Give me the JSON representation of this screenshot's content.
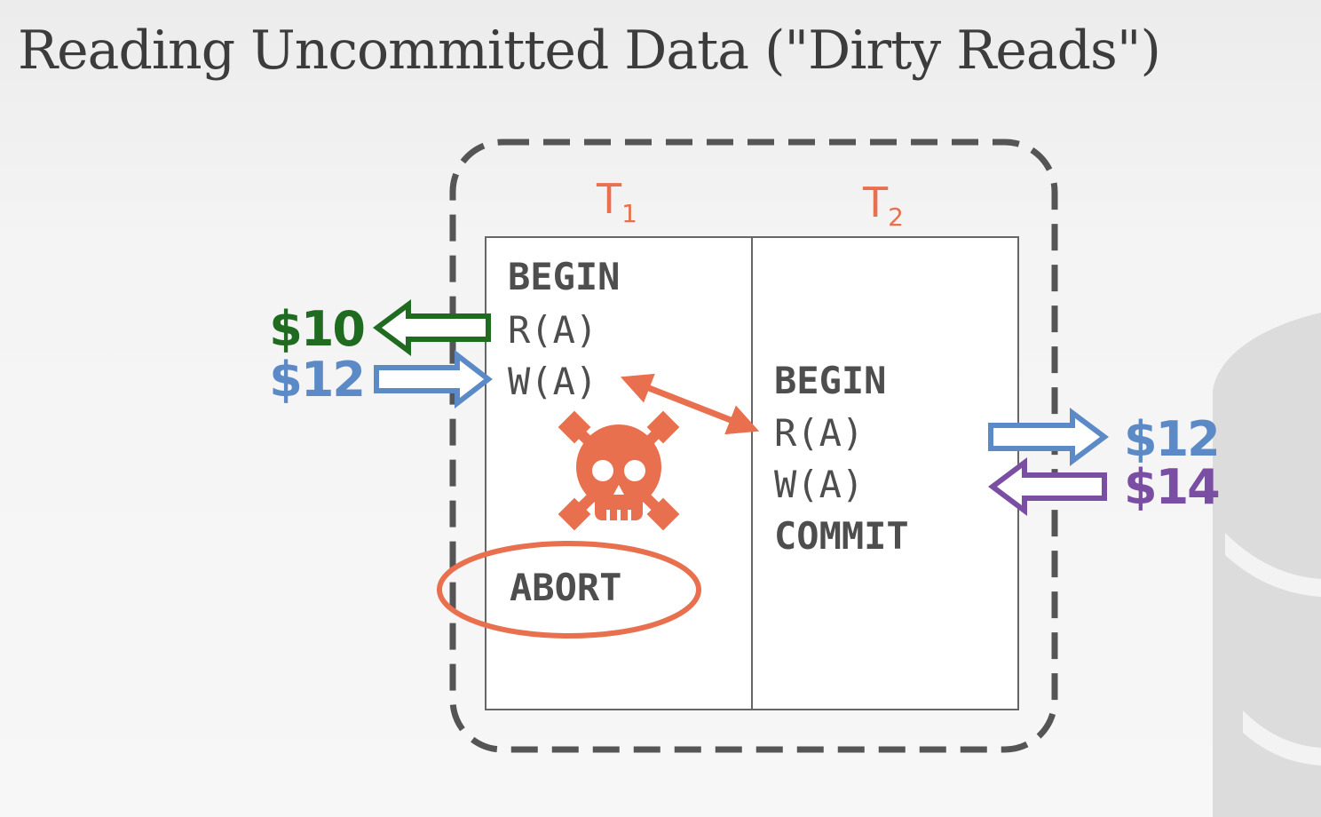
{
  "title": "Reading Uncommitted Data (\"Dirty Reads\")",
  "colors": {
    "accent": "#e8704e",
    "ops_text": "#4e4e4e",
    "box_border": "#555555",
    "read_green": "#1f6b1f",
    "write_blue": "#5b8ac6",
    "write_purple": "#7a4fa3"
  },
  "transactions": [
    {
      "label": "T",
      "subscript": "1",
      "ops": [
        {
          "text": "BEGIN",
          "bold": true
        },
        {
          "text": "R(A)",
          "bold": false
        },
        {
          "text": "W(A)",
          "bold": false
        },
        {
          "text": "ABORT",
          "bold": true
        }
      ]
    },
    {
      "label": "T",
      "subscript": "2",
      "ops": [
        {
          "text": "BEGIN",
          "bold": true
        },
        {
          "text": "R(A)",
          "bold": false
        },
        {
          "text": "W(A)",
          "bold": false
        },
        {
          "text": "COMMIT",
          "bold": true
        }
      ]
    }
  ],
  "values": {
    "t1_read": "$10",
    "t1_write": "$12",
    "t2_read": "$12",
    "t2_write": "$14"
  },
  "icons": {
    "conflict": "double-arrow-icon",
    "failure": "skull-crossbones-icon",
    "background": "database-icon"
  }
}
